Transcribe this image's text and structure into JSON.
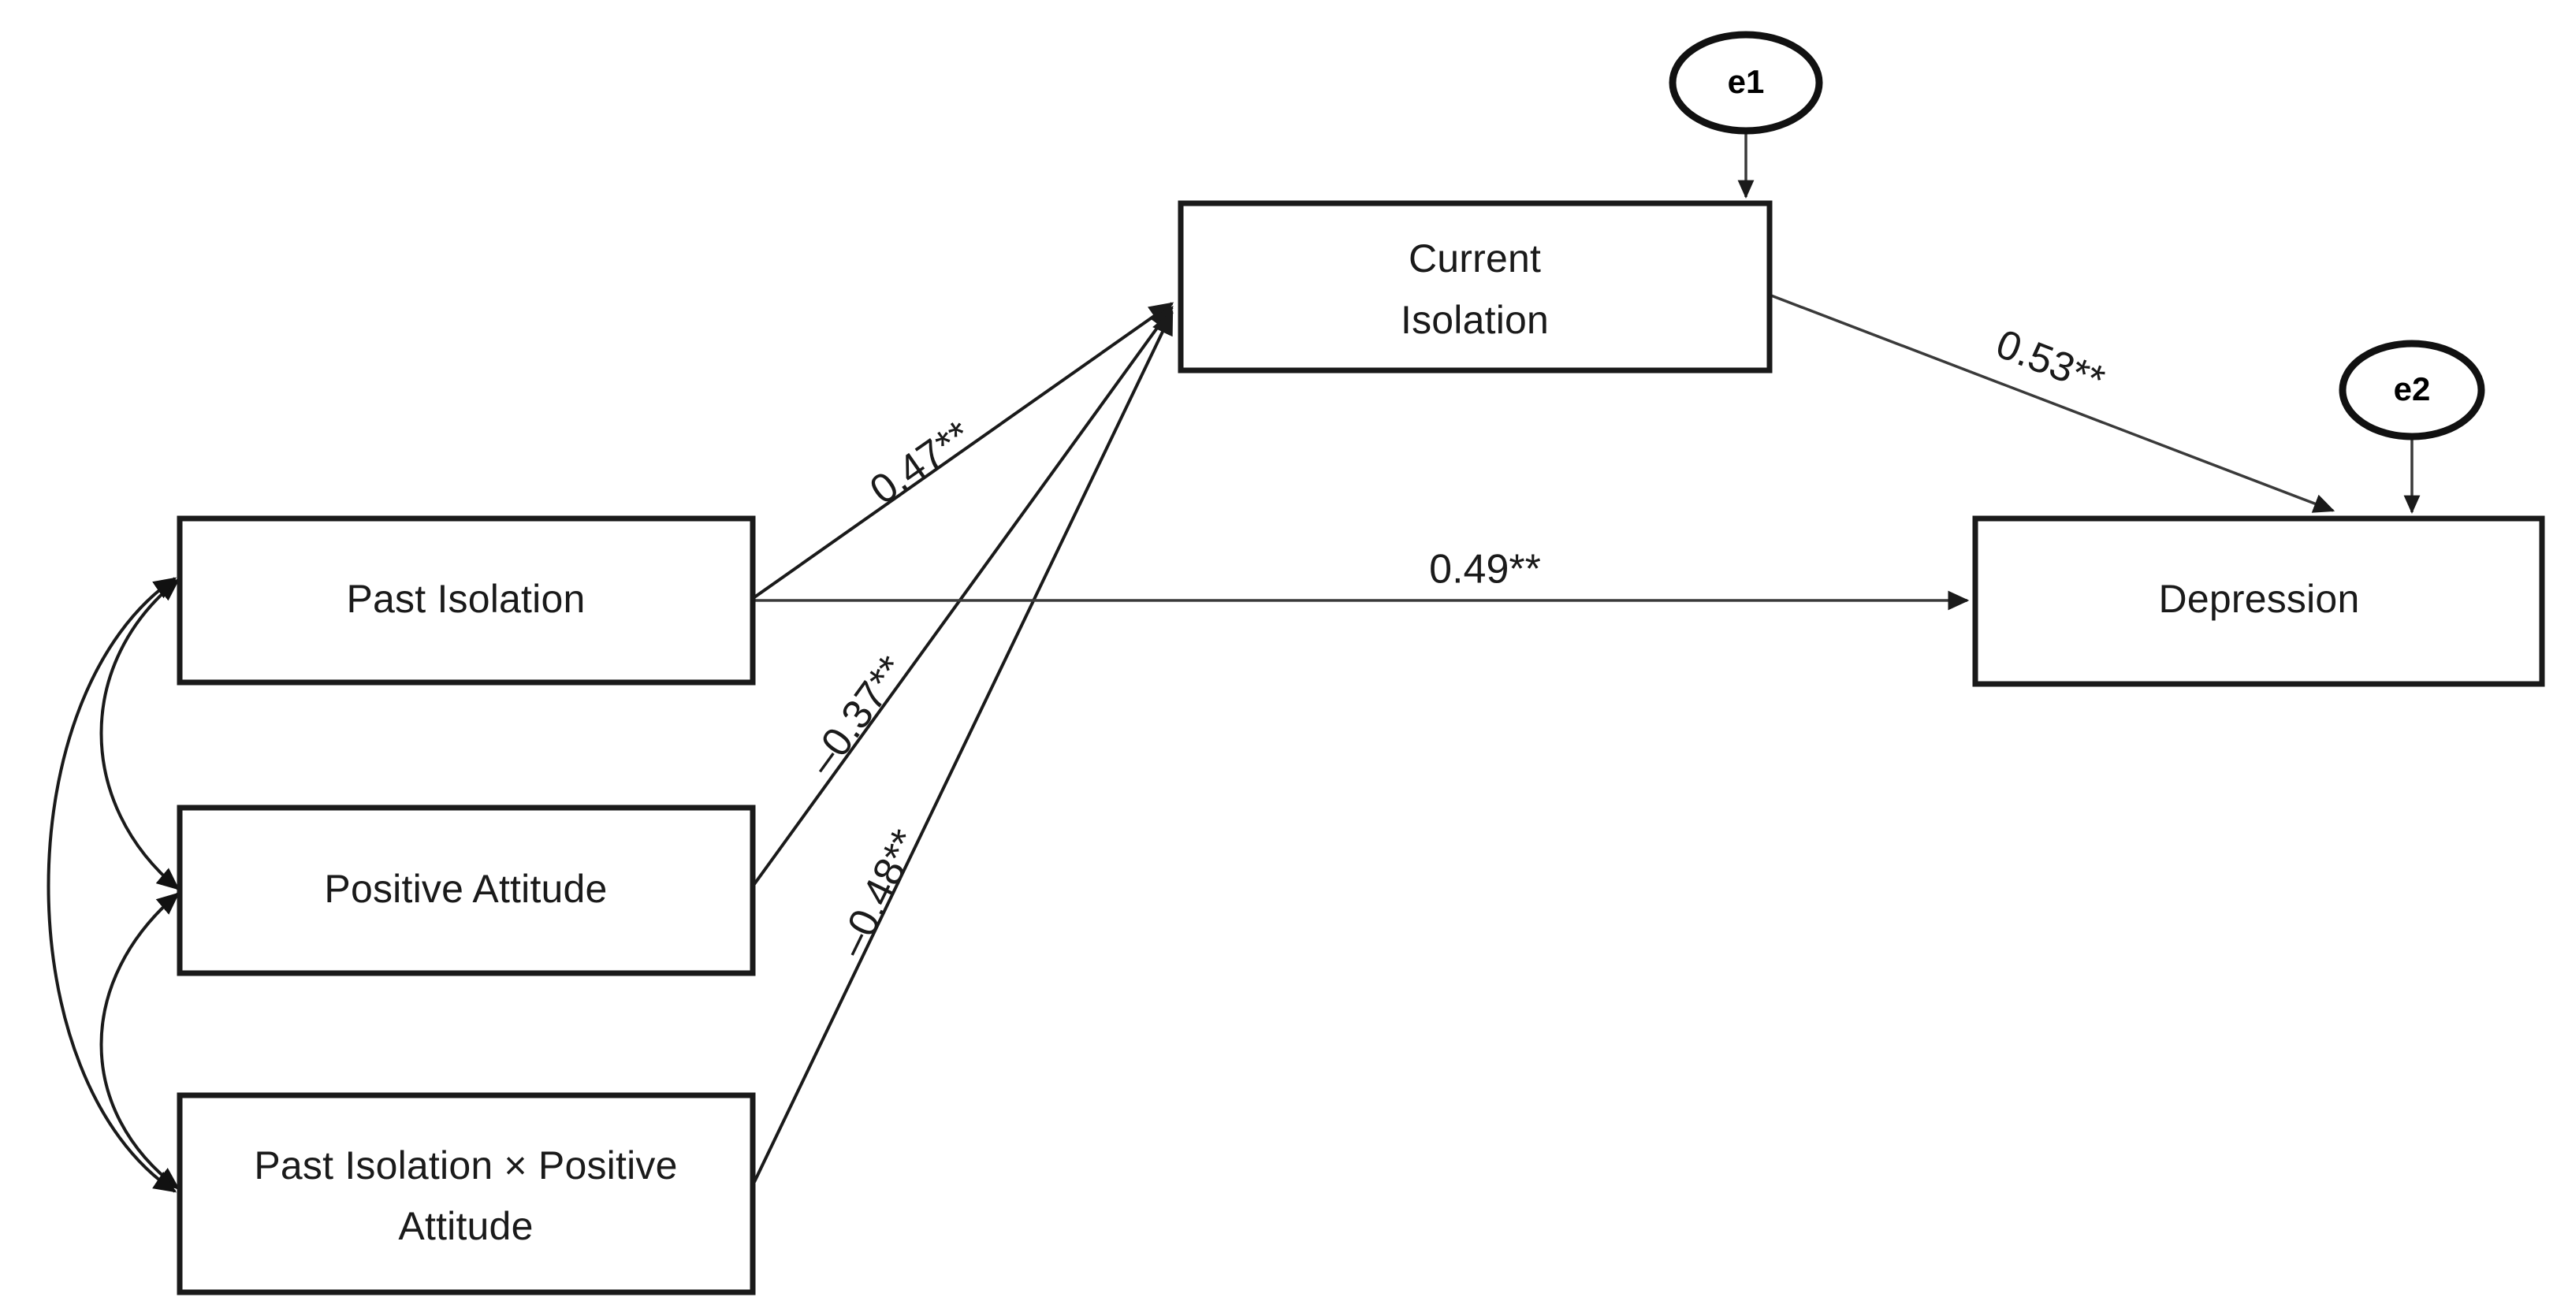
{
  "figure": {
    "type": "path-diagram",
    "background_color": "#ffffff",
    "line_color": "#1a1a1a"
  },
  "nodes": {
    "observed": [
      {
        "id": "past_isolation",
        "label": "Past Isolation"
      },
      {
        "id": "positive_attitude",
        "label": "Positive Attitude"
      },
      {
        "id": "interaction",
        "label_line1": "Past Isolation × Positive",
        "label_line2": "Attitude"
      },
      {
        "id": "current_isolation",
        "label_line1": "Current",
        "label_line2": "Isolation"
      },
      {
        "id": "depression",
        "label": "Depression"
      }
    ],
    "errors": [
      {
        "id": "e1",
        "label": "e1"
      },
      {
        "id": "e2",
        "label": "e2"
      }
    ]
  },
  "paths": [
    {
      "id": "pi_to_ci",
      "from": "Past Isolation",
      "to": "Current Isolation",
      "coefficient": "0.47**",
      "value": 0.47,
      "significance": "**"
    },
    {
      "id": "pa_to_ci",
      "from": "Positive Attitude",
      "to": "Current Isolation",
      "coefficient": "–0.37**",
      "value": -0.37,
      "significance": "**"
    },
    {
      "id": "int_to_ci",
      "from": "Past Isolation × Positive Attitude",
      "to": "Current Isolation",
      "coefficient": "–0.48**",
      "value": -0.48,
      "significance": "**"
    },
    {
      "id": "ci_to_dep",
      "from": "Current Isolation",
      "to": "Depression",
      "coefficient": "0.53**",
      "value": 0.53,
      "significance": "**"
    },
    {
      "id": "pi_to_dep",
      "from": "Past Isolation",
      "to": "Depression",
      "coefficient": "0.49**",
      "value": 0.49,
      "significance": "**"
    }
  ],
  "covariances": [
    {
      "id": "cov_pi_pa",
      "between": [
        "Past Isolation",
        "Positive Attitude"
      ]
    },
    {
      "id": "cov_pa_int",
      "between": [
        "Positive Attitude",
        "Past Isolation × Positive Attitude"
      ]
    },
    {
      "id": "cov_pi_int",
      "between": [
        "Past Isolation",
        "Past Isolation × Positive Attitude"
      ]
    }
  ],
  "error_paths": [
    {
      "id": "e1_to_ci",
      "from": "e1",
      "to": "Current Isolation"
    },
    {
      "id": "e2_to_dep",
      "from": "e2",
      "to": "Depression"
    }
  ]
}
